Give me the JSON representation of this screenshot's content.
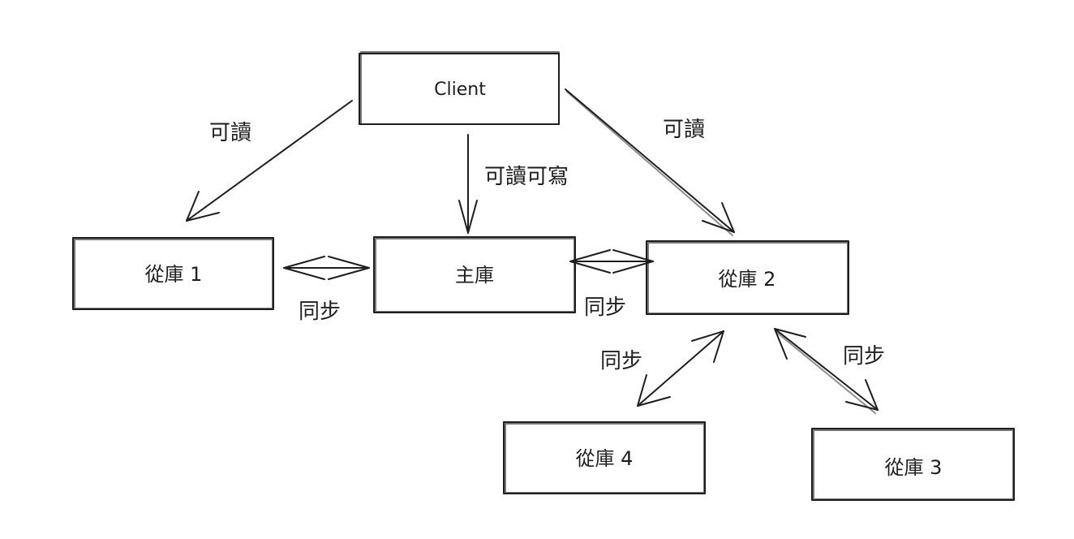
{
  "nodes": {
    "client": "Client",
    "master": "主庫",
    "slave1": "從庫 1",
    "slave2": "從庫 2",
    "slave3": "從庫 3",
    "slave4": "從庫 4"
  },
  "edges": {
    "client_to_slave1": "可讀",
    "client_to_master": "可讀可寫",
    "client_to_slave2": "可讀",
    "slave1_master_sync": "同步",
    "master_slave2_sync": "同步",
    "slave2_slave4_sync": "同步",
    "slave2_slave3_sync": "同步"
  }
}
